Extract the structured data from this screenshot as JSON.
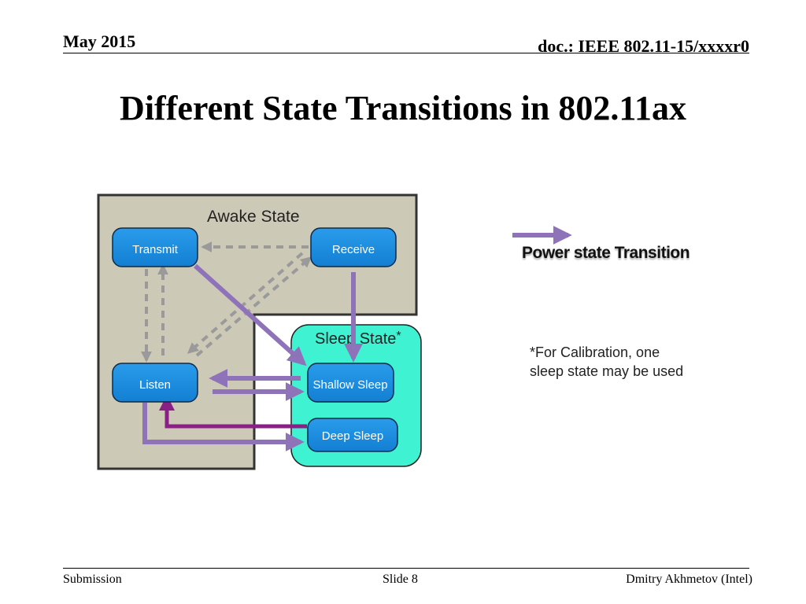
{
  "header": {
    "date": "May 2015",
    "doc_id": "doc.: IEEE 802.11-15/xxxxr0"
  },
  "title": "Different State Transitions in 802.11ax",
  "diagram": {
    "awake_label": "Awake State",
    "sleep_label": "Sleep State",
    "sleep_asterisk": "*",
    "states": {
      "transmit": "Transmit",
      "receive": "Receive",
      "listen": "Listen",
      "shallow_sleep": "Shallow Sleep",
      "deep_sleep": "Deep Sleep"
    },
    "colors": {
      "awake_fill": "#cdc9b7",
      "sleep_fill": "#3ff2d2",
      "state_fill": "#1b8fe2",
      "power_arrow": "#8f73b9",
      "deep_arrow": "#8a1f86",
      "dashed_arrow": "#9a9a9a"
    }
  },
  "legend": {
    "label": "Power state Transition"
  },
  "note": "*For Calibration, one sleep state may be used",
  "footer": {
    "left": "Submission",
    "center": "Slide 8",
    "right": "Dmitry Akhmetov (Intel)"
  }
}
